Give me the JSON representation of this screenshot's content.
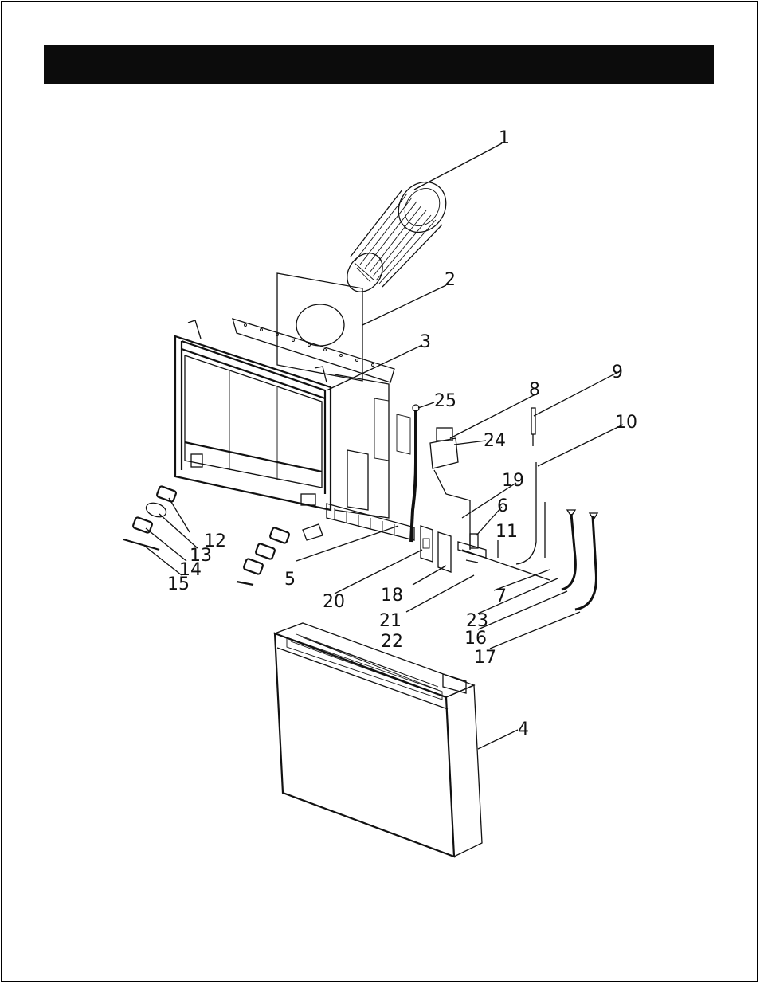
{
  "header": {
    "title": ""
  },
  "callouts": {
    "n1": "1",
    "n2": "2",
    "n3": "3",
    "n4": "4",
    "n5": "5",
    "n6": "6",
    "n7": "7",
    "n8": "8",
    "n9": "9",
    "n10": "10",
    "n11": "11",
    "n12": "12",
    "n13": "13",
    "n14": "14",
    "n15": "15",
    "n16": "16",
    "n17": "17",
    "n18": "18",
    "n19": "19",
    "n20": "20",
    "n21": "21",
    "n22": "22",
    "n23": "23",
    "n24": "24",
    "n25": "25"
  }
}
